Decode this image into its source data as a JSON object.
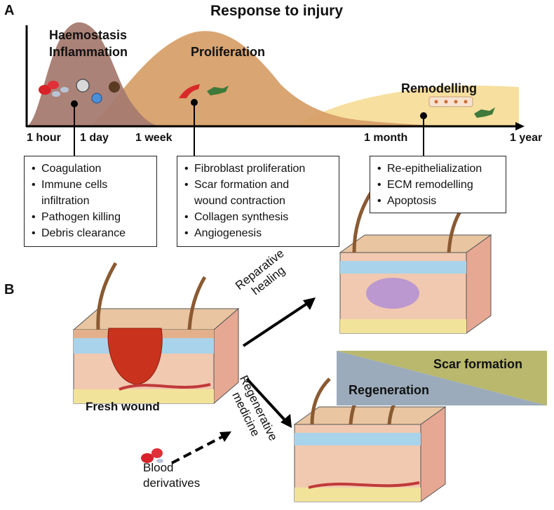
{
  "panel_a": {
    "letter": "A",
    "title": "Response to injury",
    "phases": {
      "haemostasis": "Haemostasis",
      "inflammation": "Inflammation",
      "proliferation": "Proliferation",
      "remodelling": "Remodelling"
    },
    "ticks": [
      "1 hour",
      "1 day",
      "1 week",
      "1 month",
      "1 year"
    ],
    "boxes": {
      "inflammation": [
        "Coagulation",
        "Immune cells",
        "infiltration",
        "Pathogen killing",
        "Debris clearance"
      ],
      "proliferation": [
        "Fibroblast proliferation",
        "Scar formation and",
        "wound contraction",
        "Collagen synthesis",
        "Angiogenesis"
      ],
      "remodelling": [
        "Re-epithelialization",
        "ECM remodelling",
        "Apoptosis"
      ]
    },
    "colors": {
      "inflammation": "#a7796f",
      "proliferation": "#d49a62",
      "remodelling": "#f4d98d"
    }
  },
  "panel_b": {
    "letter": "B",
    "fresh_wound": "Fresh wound",
    "reparative": [
      "Reparative",
      "healing"
    ],
    "regenerative": [
      "Regenerative",
      "medicine"
    ],
    "blood": [
      "Blood",
      "derivatives"
    ],
    "scar_formation": "Scar formation",
    "regeneration": "Regeneration",
    "colors": {
      "scar": "#b8b86a",
      "regeneration": "#9aa9ba"
    }
  }
}
